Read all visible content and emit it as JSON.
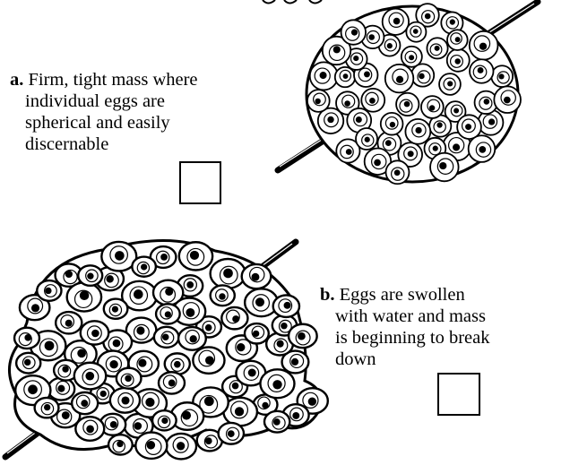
{
  "options": [
    {
      "letter": "a.",
      "lines": [
        "Firm, tight mass where",
        "individual eggs are",
        "spherical and easily",
        "discernable"
      ]
    },
    {
      "letter": "b.",
      "lines": [
        "Eggs are swollen",
        "with water and mass",
        "is beginning to break",
        "down"
      ]
    }
  ],
  "icons": {
    "illustration_a": "compact-egg-mass-on-stick-icon",
    "illustration_b": "swollen-egg-mass-on-stick-icon",
    "checkbox": "empty-checkbox"
  }
}
